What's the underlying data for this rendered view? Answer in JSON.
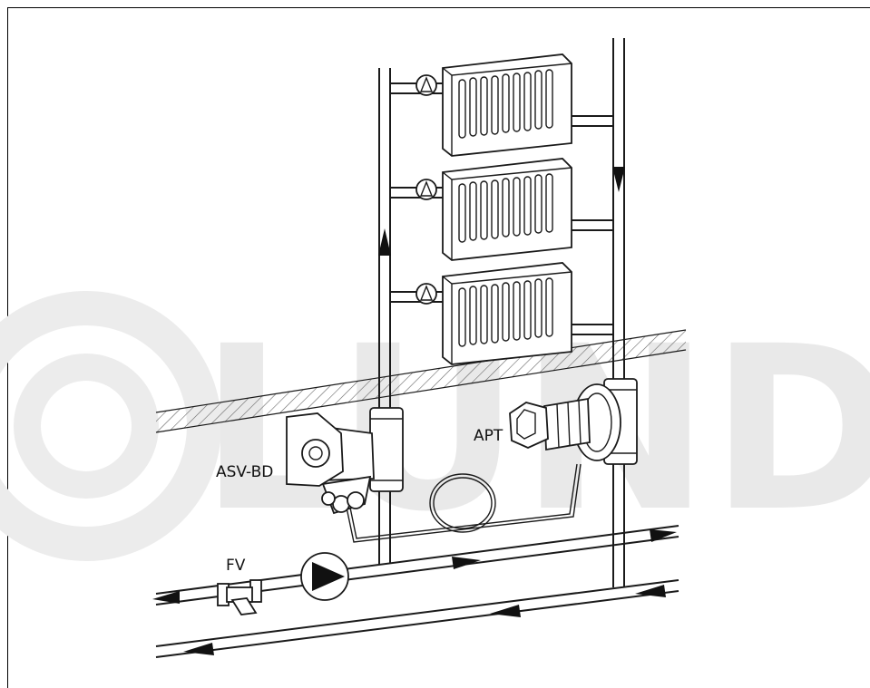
{
  "labels": {
    "asv": "ASV-BD",
    "apt": "APT",
    "fv": "FV"
  },
  "watermark": {
    "text": "LUNDA",
    "color": "#e9e9e9"
  },
  "colors": {
    "line": "#1a1a1a",
    "frame": "#000000",
    "hatch": "#666666"
  }
}
